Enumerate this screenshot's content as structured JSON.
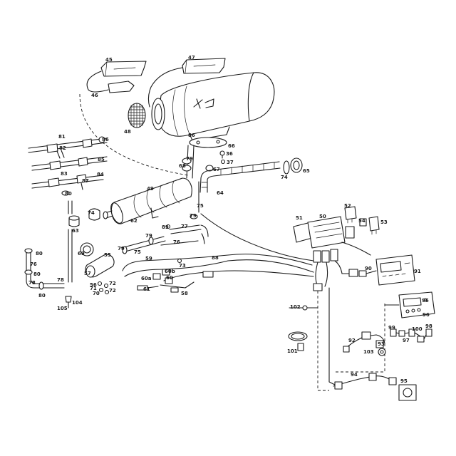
{
  "colors": {
    "ink": "#1a1a1a",
    "paper": "#ffffff"
  },
  "callouts": [
    "45",
    "47",
    "46",
    "48",
    "86",
    "66",
    "81",
    "86",
    "82",
    "85",
    "36",
    "79",
    "68",
    "67",
    "37",
    "65",
    "74",
    "83",
    "87",
    "84",
    "80",
    "49",
    "64",
    "75",
    "52",
    "51",
    "50",
    "54",
    "53",
    "74",
    "63",
    "62",
    "79",
    "89",
    "77",
    "79",
    "76",
    "69",
    "55",
    "79",
    "75",
    "59",
    "88",
    "73",
    "80",
    "76",
    "80",
    "78",
    "80",
    "78",
    "60b",
    "60a",
    "60",
    "57",
    "56",
    "72",
    "71",
    "70",
    "72",
    "61",
    "58",
    "104",
    "105",
    "90",
    "91",
    "96",
    "96",
    "102",
    "99",
    "100",
    "98",
    "97",
    "92",
    "93",
    "103",
    "101",
    "94",
    "95"
  ]
}
